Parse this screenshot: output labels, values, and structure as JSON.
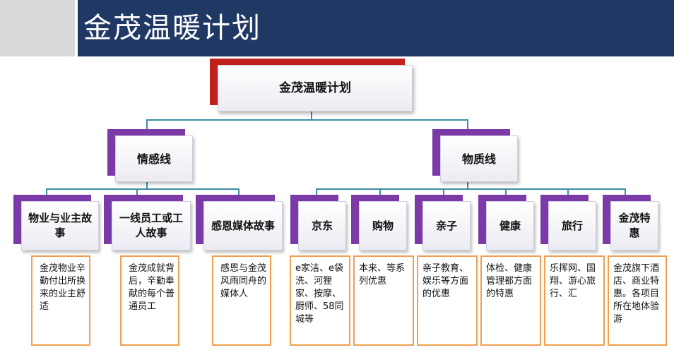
{
  "header": {
    "title": "金茂温暖计划"
  },
  "root": {
    "label": "金茂温暖计划"
  },
  "branches": [
    {
      "label": "情感线"
    },
    {
      "label": "物质线"
    }
  ],
  "leaves": [
    {
      "label": "物业与业主故事",
      "desc": "金茂物业辛勤付出所换来的业主舒适"
    },
    {
      "label": "一线员工或工人故事",
      "desc": "金茂成就背后，辛勤奉献的每个普通员工"
    },
    {
      "label": "感恩媒体故事",
      "desc": "感恩与金茂风雨同舟的媒体人"
    },
    {
      "label": "京东",
      "desc": "e家洁、e袋洗、河狸家、按摩、厨师、58同城等"
    },
    {
      "label": "购物",
      "desc": "本来、等系列优惠"
    },
    {
      "label": "亲子",
      "desc": "亲子教育、娱乐等方面的优惠"
    },
    {
      "label": "健康",
      "desc": "体检、健康管理都方面的特惠"
    },
    {
      "label": "旅行",
      "desc": "乐挥网、国翔、游心旅行、汇"
    },
    {
      "label": "金茂特惠",
      "desc": "金茂旗下酒店、商业特惠。各项目所在地体验游"
    }
  ],
  "colors": {
    "header": "#1f3864",
    "root_shadow": "#c0201c",
    "node_shadow": "#7b3aa8",
    "connector": "#3b8ea5",
    "desc_border": "#f0a050"
  }
}
